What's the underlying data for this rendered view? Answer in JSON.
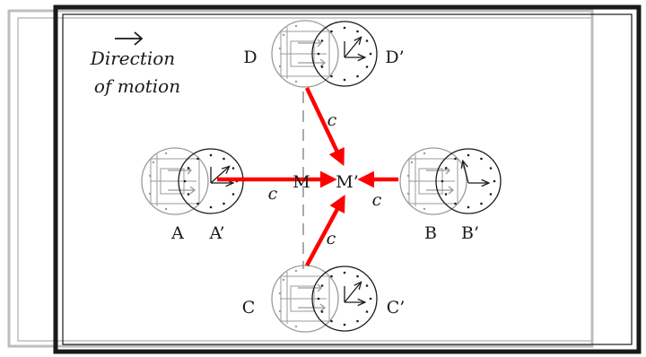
{
  "legend": {
    "line1": "Direction",
    "line2": "of motion"
  },
  "labels": {
    "a": "A",
    "a_prime": "A’",
    "b": "B",
    "b_prime": "B’",
    "c": "C",
    "c_prime": "C’",
    "d": "D",
    "d_prime": "D’",
    "m": "M",
    "m_prime": "M’",
    "speed": "c"
  },
  "colors": {
    "signal": "#ff0000",
    "frame_outer": "#1a1a1a",
    "frame_inner": "#bdbdbd",
    "ghost": "#9a9a9a",
    "clock": "#1a1a1a",
    "axis": "#aaaaaa"
  },
  "icons": {
    "clock": "clock-icon",
    "ghost_clock": "ghost-clock-icon",
    "direction": "arrow-right-icon"
  }
}
